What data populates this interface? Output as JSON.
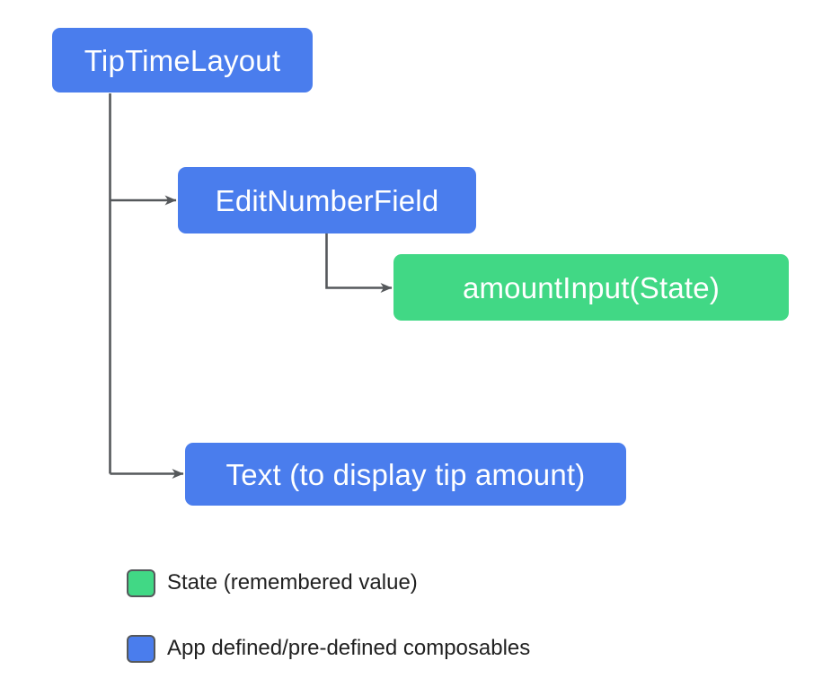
{
  "diagram": {
    "nodes": [
      {
        "id": "tip-time-layout",
        "label": "TipTimeLayout",
        "kind": "composable"
      },
      {
        "id": "edit-number-field",
        "label": "EditNumberField",
        "kind": "composable"
      },
      {
        "id": "amount-input",
        "label": "amountInput(State)",
        "kind": "state"
      },
      {
        "id": "text-display-tip",
        "label": "Text (to display tip amount)",
        "kind": "composable"
      }
    ],
    "edges": [
      {
        "from": "tip-time-layout",
        "to": "edit-number-field"
      },
      {
        "from": "tip-time-layout",
        "to": "text-display-tip"
      },
      {
        "from": "edit-number-field",
        "to": "amount-input"
      }
    ]
  },
  "legend": {
    "items": [
      {
        "swatch": "state-green",
        "label": "State (remembered value)"
      },
      {
        "swatch": "composable-blue",
        "label": "App defined/pre-defined composables"
      }
    ]
  },
  "colors": {
    "composable_blue": "#4A7DED",
    "state_green": "#41D885",
    "connector_gray": "#55585B",
    "text_dark": "#212121",
    "node_text": "#FFFFFF",
    "background": "#FFFFFF"
  }
}
